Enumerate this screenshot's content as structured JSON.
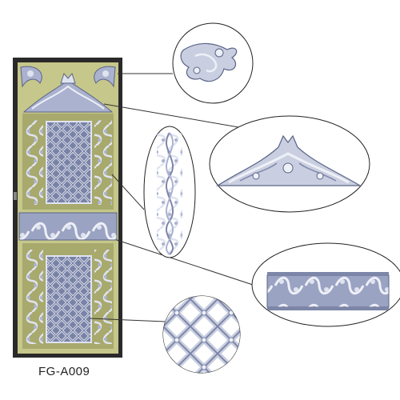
{
  "product": {
    "code": "FG-A009"
  },
  "colors": {
    "frame_dark": "#2a2a2a",
    "panel_olive": "#c6c78a",
    "panel_olive_dark": "#a8a96c",
    "metal": "#9aa3c2",
    "metal_light": "#dfe3f0",
    "metal_dark": "#5b6488",
    "background": "#ffffff"
  },
  "callouts": [
    {
      "name": "corner-ornament-detail",
      "shape": "circle"
    },
    {
      "name": "crest-arch-detail",
      "shape": "ellipse"
    },
    {
      "name": "vertical-scroll-panel-detail",
      "shape": "ellipse"
    },
    {
      "name": "frieze-band-detail",
      "shape": "ellipse"
    },
    {
      "name": "lattice-grille-detail",
      "shape": "circle"
    }
  ]
}
